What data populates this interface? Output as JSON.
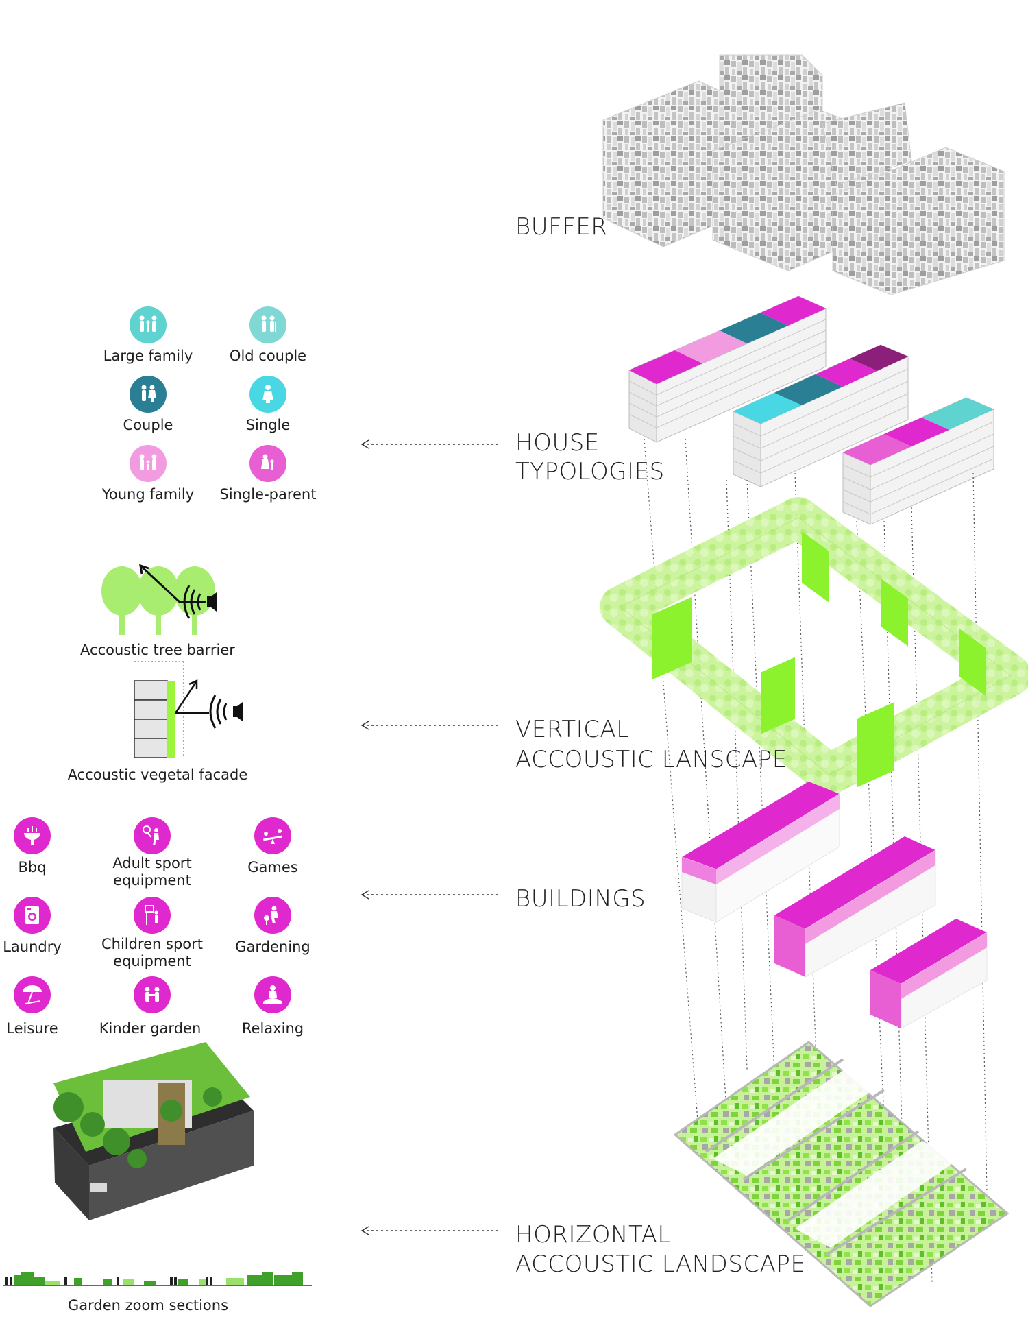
{
  "layers": {
    "buffer": "BUFFER",
    "house_1": "HOUSE",
    "house_2": "TYPOLOGIES",
    "vertical_1": "VERTICAL",
    "vertical_2": "ACCOUSTIC LANSCAPE",
    "buildings": "BUILDINGS",
    "horizontal_1": "HORIZONTAL",
    "horizontal_2": "ACCOUSTIC LANDSCAPE"
  },
  "typologies": {
    "large_family": "Large family",
    "old_couple": "Old couple",
    "couple": "Couple",
    "single": "Single",
    "young_family": "Young family",
    "single_parent": "Single-parent"
  },
  "acoustic": {
    "tree_barrier": "Accoustic tree barrier",
    "vegetal_facade": "Accoustic vegetal facade"
  },
  "activities": {
    "bbq": "Bbq",
    "adult_sport_1": "Adult sport",
    "adult_sport_2": "equipment",
    "games": "Games",
    "laundry": "Laundry",
    "children_sport_1": "Children sport",
    "children_sport_2": "equipment",
    "gardening": "Gardening",
    "leisure": "Leisure",
    "kinder_garden": "Kinder garden",
    "relaxing": "Relaxing"
  },
  "garden": {
    "caption": "Garden zoom sections"
  },
  "colors": {
    "teal_light": "#5fd3cf",
    "teal_pale": "#7fd8d3",
    "teal_dark": "#2b7f95",
    "cyan": "#49d7e3",
    "pink_light": "#f39be0",
    "pink": "#e75fd2",
    "magenta": "#df29cf",
    "lime": "#9cf53c",
    "lime_pale": "#c9f39a"
  },
  "icons": {
    "large_family": "family-icon",
    "old_couple": "elderly-couple-icon",
    "couple": "couple-icon",
    "single": "person-icon",
    "young_family": "young-family-icon",
    "single_parent": "parent-child-icon",
    "bbq": "grill-icon",
    "adult_sport": "tennis-icon",
    "games": "seesaw-icon",
    "laundry": "washing-machine-icon",
    "children_sport": "basketball-icon",
    "gardening": "gardening-icon",
    "leisure": "umbrella-icon",
    "kinder_garden": "children-icon",
    "relaxing": "meditation-icon"
  }
}
